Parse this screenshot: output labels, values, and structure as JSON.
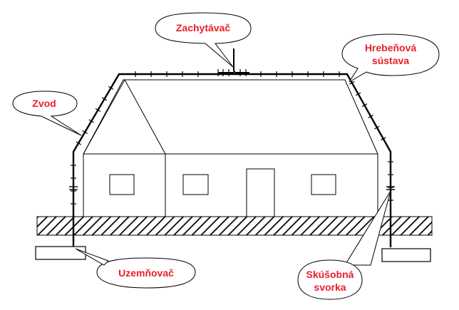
{
  "labels": {
    "air_terminal": "Zachytávač",
    "ridge_system_line1": "Hrebeňová",
    "ridge_system_line2": "sústava",
    "down_conductor": "Zvod",
    "earth_electrode": "Uzemňovač",
    "test_clamp_line1": "Skúšobná",
    "test_clamp_line2": "svorka"
  },
  "colors": {
    "label_text": "#e8202a",
    "lines": "#000000",
    "background": "#ffffff"
  }
}
